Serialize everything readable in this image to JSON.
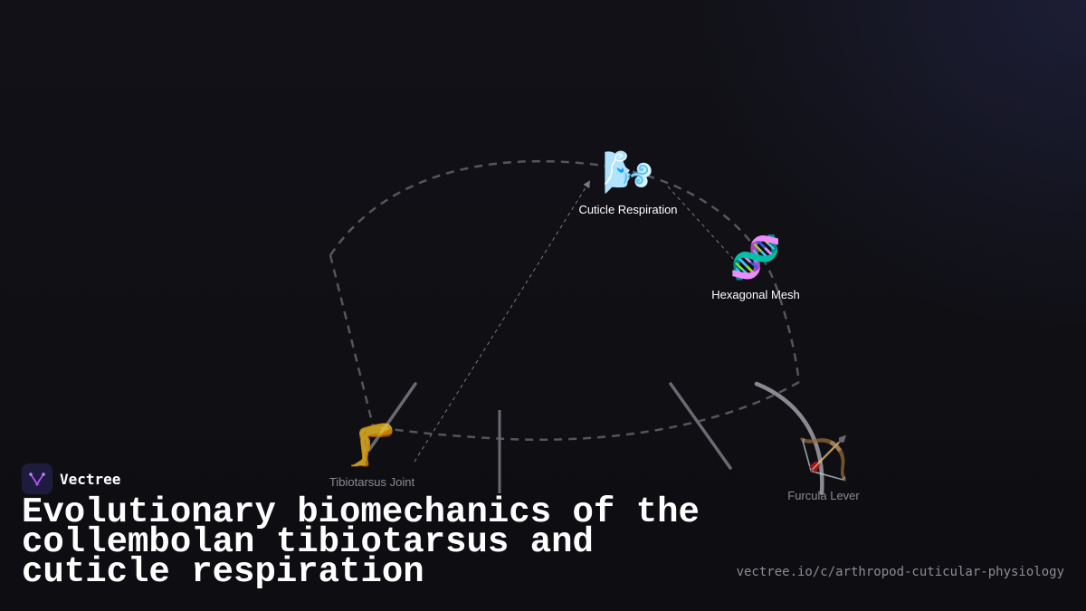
{
  "brand": {
    "name": "Vectree",
    "logo_icon": "vectree-logo-icon",
    "logo_color": "#a855f7"
  },
  "title": "Evolutionary biomechanics of the collembolan tibiotarsus and cuticle respiration",
  "url": "vectree.io/c/arthropod-cuticular-physiology",
  "nodes": [
    {
      "id": "cuticle-respiration",
      "label": "Cuticle Respiration",
      "emoji": "🌬️",
      "icon": "wind-face-icon"
    },
    {
      "id": "hexagonal-mesh",
      "label": "Hexagonal Mesh",
      "emoji": "🧬",
      "icon": "dna-icon"
    },
    {
      "id": "tibiotarsus-joint",
      "label": "Tibiotarsus Joint",
      "emoji": "🦵",
      "icon": "leg-icon"
    },
    {
      "id": "furcula-lever",
      "label": "Furcula Lever",
      "emoji": "🏹",
      "icon": "bow-and-arrow-icon"
    }
  ],
  "colors": {
    "background": "#0f0f13",
    "accent_glow": "#26284e",
    "edge": "#5a5a60",
    "text_primary": "#ffffff",
    "text_muted": "#8a8a92"
  }
}
